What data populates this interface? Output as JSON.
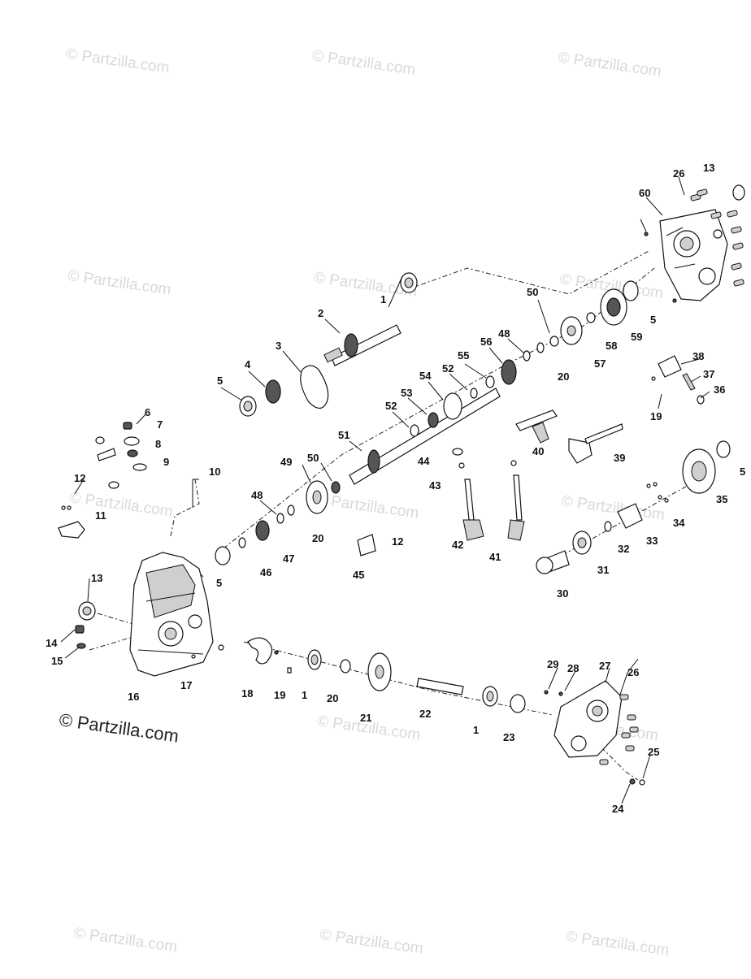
{
  "watermark": {
    "text": "© Partzilla.com",
    "main_text": "© Partzilla.com"
  },
  "callouts": [
    "1",
    "2",
    "3",
    "4",
    "5",
    "6",
    "7",
    "8",
    "9",
    "10",
    "11",
    "12",
    "13",
    "14",
    "15",
    "16",
    "17",
    "18",
    "19",
    "20",
    "21",
    "22",
    "23",
    "24",
    "25",
    "26",
    "27",
    "28",
    "29",
    "30",
    "31",
    "32",
    "33",
    "34",
    "35",
    "36",
    "37",
    "38",
    "39",
    "40",
    "41",
    "42",
    "43",
    "44",
    "45",
    "46",
    "47",
    "48",
    "49",
    "50",
    "51",
    "52",
    "53",
    "54",
    "55",
    "56",
    "57",
    "58",
    "59",
    "60"
  ],
  "colors": {
    "ink": "#111111",
    "watermark": "#d9d9d9",
    "background": "#ffffff"
  }
}
